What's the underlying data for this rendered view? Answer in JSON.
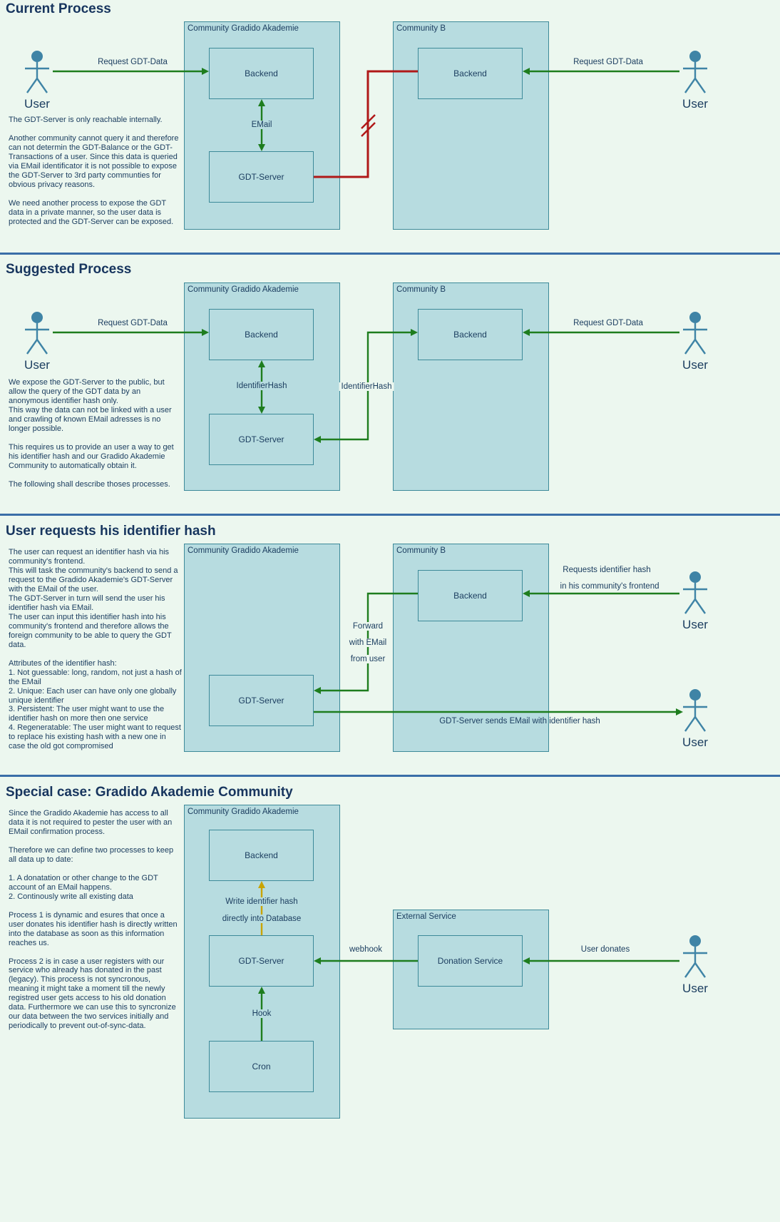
{
  "colors": {
    "background": "#ecf7ef",
    "box_fill": "#b7dce0",
    "box_border": "#3d8a99",
    "text": "#1c3e60",
    "title": "#17355e",
    "green": "#1e7d1e",
    "red": "#b01818",
    "yellow": "#c9a400",
    "divider": "#3a6ea8",
    "actor": "#3f84a6"
  },
  "section1": {
    "title": "Current Process",
    "user_left": "User",
    "user_right": "User",
    "label_request_left": "Request GDT-Data",
    "label_request_right": "Request GDT-Data",
    "community_a": "Community Gradido Akademie",
    "community_b": "Community B",
    "backend_a": "Backend",
    "backend_b": "Backend",
    "gdt_server": "GDT-Server",
    "label_email": "EMail",
    "description": "The GDT-Server is only reachable internally.\n\nAnother community cannot query it and therefore can not determin the GDT-Balance or the GDT-Transactions of a user. Since this data is queried via EMail identificator it is not possible to expose the GDT-Server to 3rd party communties for obvious privacy reasons.\n\nWe need another process to expose the GDT data in a private manner, so the user data is protected and the GDT-Server can be exposed."
  },
  "section2": {
    "title": "Suggested Process",
    "user_left": "User",
    "user_right": "User",
    "label_request_left": "Request GDT-Data",
    "label_request_right": "Request GDT-Data",
    "community_a": "Community Gradido Akademie",
    "community_b": "Community B",
    "backend_a": "Backend",
    "backend_b": "Backend",
    "gdt_server": "GDT-Server",
    "label_hash_inner": "IdentifierHash",
    "label_hash_outer": "IdentifierHash",
    "description": "We expose the GDT-Server to the public, but allow the query of the GDT data by an anonymous identifier hash only.\nThis way the data can not be linked with a user and crawling of known EMail adresses is no longer possible.\n\nThis requires us to provide an user a way to get his identifier hash and our Gradido Akademie Community to automatically obtain it.\n\nThe following shall describe thoses processes."
  },
  "section3": {
    "title": "User requests his identifier hash",
    "community_a": "Community Gradido Akademie",
    "community_b": "Community B",
    "gdt_server": "GDT-Server",
    "backend_b": "Backend",
    "user_top": "User",
    "user_bottom": "User",
    "label_request_line1": "Requests identifier hash",
    "label_request_line2": "in his community's frontend",
    "label_forward_line1": "Forward",
    "label_forward_line2": "with EMail",
    "label_forward_line3": "from user",
    "label_sends": "GDT-Server sends EMail with identifier hash",
    "description": "The user can request an identifier hash via his community's frontend.\nThis will task the community's backend to send a request to the Gradido Akademie's GDT-Server with the EMail of the user.\nThe GDT-Server in turn will send the user his identifier hash via EMail.\nThe user can input this identifier hash into his community's frontend and therefore allows the foreign community to be able to query the GDT data.\n\nAttributes of the identifier hash:\n1. Not guessable: long, random, not just a hash of the EMail\n2. Unique: Each user can have only one globally unique identifier\n3. Persistent: The user might want to use the identifier hash on more then one service\n4. Regeneratable: The user might want to request to replace his existing hash with a new one in case the old got compromised"
  },
  "section4": {
    "title": "Special case: Gradido Akademie Community",
    "community_a": "Community Gradido Akademie",
    "external_service": "External Service",
    "backend": "Backend",
    "gdt_server": "GDT-Server",
    "cron": "Cron",
    "donation_service": "Donation Service",
    "label_write_line1": "Write identifier hash",
    "label_write_line2": "directly into Database",
    "label_webhook": "webhook",
    "label_hook": "Hook",
    "label_user_donates": "User donates",
    "user_right": "User",
    "description": "Since the Gradido Akademie has access to all data it is not required to pester the user with an EMail confirmation process.\n\nTherefore we can define two processes to keep all data up to date:\n\n1. A donatation or other change to the GDT account of an EMail happens.\n2. Continously write all existing data\n\nProcess 1 is dynamic and esures that once a user donates his identifier hash is directly written into the database as soon as this information reaches us.\n\nProcess 2 is in case a user registers with our service who already has donated in the past (legacy). This process is not syncronous, meaning it might take a moment till the newly registred user gets access to his old donation data. Furthermore we can use this to syncronize our data between the two services initially and periodically to prevent out-of-sync-data."
  }
}
